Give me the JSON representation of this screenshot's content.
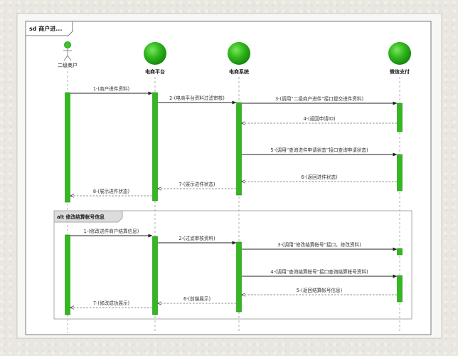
{
  "diagram": {
    "title": "sd 商户进...",
    "participants": [
      {
        "id": "merchant",
        "label": "二级商户",
        "kind": "actor"
      },
      {
        "id": "platform",
        "label": "电商平台",
        "kind": "object"
      },
      {
        "id": "system",
        "label": "电商系统",
        "kind": "object"
      },
      {
        "id": "wechat",
        "label": "微信支付",
        "kind": "object"
      }
    ],
    "top_messages": [
      {
        "label": "1-(商户进件资料)",
        "from": "merchant",
        "to": "platform",
        "style": "sync"
      },
      {
        "label": "2-(电商平台资料过滤审核)",
        "from": "platform",
        "to": "system",
        "style": "sync"
      },
      {
        "label": "3-(调用“二级商户进件”接口提交进件资料)",
        "from": "system",
        "to": "wechat",
        "style": "sync"
      },
      {
        "label": "4-(返回申请ID)",
        "from": "wechat",
        "to": "system",
        "style": "reply"
      },
      {
        "label": "5-(调用“查询进件申请状态”接口查询申请状态)",
        "from": "system",
        "to": "wechat",
        "style": "sync"
      },
      {
        "label": "6-(返回进件状态)",
        "from": "wechat",
        "to": "system",
        "style": "reply"
      },
      {
        "label": "7-(展示进件状态)",
        "from": "system",
        "to": "platform",
        "style": "reply"
      },
      {
        "label": "8-(展示进件状态)",
        "from": "platform",
        "to": "merchant",
        "style": "reply"
      }
    ],
    "fragment": {
      "label": "alt 修改结算帐号信息",
      "messages": [
        {
          "label": "1-(修改进件商户结算信息)",
          "from": "merchant",
          "to": "platform",
          "style": "sync"
        },
        {
          "label": "2-(过滤审核资料)",
          "from": "platform",
          "to": "system",
          "style": "sync"
        },
        {
          "label": "3-(调用“修改结算帐号”接口，修改资料)",
          "from": "system",
          "to": "wechat",
          "style": "sync"
        },
        {
          "label": "4-(调用“查询结算帐号”接口查询结算帐号资料)",
          "from": "system",
          "to": "wechat",
          "style": "sync"
        },
        {
          "label": "5-(返回结算帐号信息)",
          "from": "wechat",
          "to": "system",
          "style": "reply"
        },
        {
          "label": "6-(前端展示)",
          "from": "system",
          "to": "platform",
          "style": "reply"
        },
        {
          "label": "7-(修改成功展示)",
          "from": "platform",
          "to": "merchant",
          "style": "reply"
        }
      ]
    },
    "colors": {
      "activation": "#33b81f",
      "activation_dark": "#1f8a12",
      "lifeline": "#9aa39a",
      "arrow": "#222222",
      "frame": "#6f6f6f",
      "fragment_tab": "#d9d9d9",
      "background": "#ffffff"
    }
  }
}
